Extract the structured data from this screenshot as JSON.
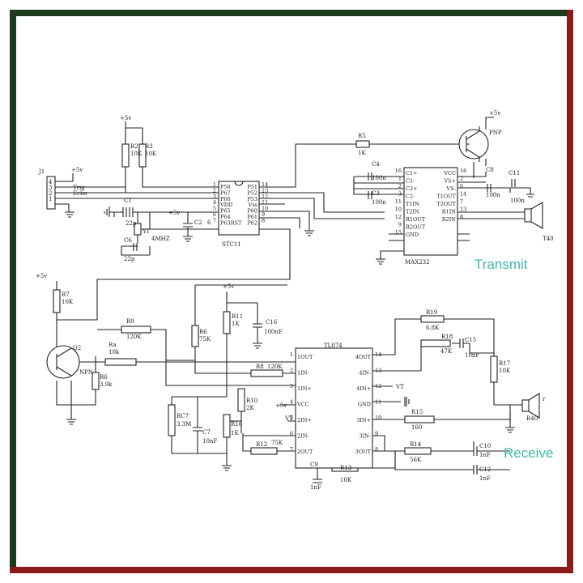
{
  "colors": {
    "accent": "#3fb8ac",
    "frame_top_left": "#1c3a1c",
    "frame_bottom_right": "#8a1b1b"
  },
  "sections": {
    "transmit": "Transmit",
    "receive": "Receive"
  },
  "supply": "+5v",
  "j1": {
    "ref": "J1",
    "pins": [
      "4",
      "3",
      "2",
      "1"
    ],
    "trig": "Trig",
    "echo": "Echo",
    "vcc": "+5v"
  },
  "stc11": {
    "name": "STC11",
    "left_pins": [
      [
        "1",
        "P50"
      ],
      [
        "2",
        "P67"
      ],
      [
        "3",
        "P66"
      ],
      [
        "4",
        "VDD"
      ],
      [
        "5",
        "P65"
      ],
      [
        "6",
        "P64"
      ],
      [
        "7",
        "P63RST"
      ]
    ],
    "right_pins": [
      [
        "14",
        "P51"
      ],
      [
        "13",
        "P52"
      ],
      [
        "12",
        "P53"
      ],
      [
        "11",
        "Vss"
      ],
      [
        "10",
        "P60"
      ],
      [
        "9",
        "P61"
      ],
      [
        "8",
        "P62"
      ]
    ]
  },
  "max232": {
    "name": "MAX232",
    "left_pins": [
      [
        "C1+",
        "16"
      ],
      [
        "C1-",
        "1"
      ],
      [
        "C2+",
        "2"
      ],
      [
        "C2-",
        "3"
      ],
      [
        "T1IN",
        "11"
      ],
      [
        "T2IN",
        "10"
      ],
      [
        "R1OUT",
        "12"
      ],
      [
        "R2OUT",
        "9"
      ],
      [
        "GND",
        "15"
      ]
    ],
    "right_pins": [
      [
        "VCC",
        "16"
      ],
      [
        "VS+",
        "2"
      ],
      [
        "VS-",
        "6"
      ],
      [
        "T1OUT",
        "14"
      ],
      [
        "T2OUT",
        "7"
      ],
      [
        "R1IN",
        "13"
      ],
      [
        "R2IN",
        "8"
      ]
    ]
  },
  "tl074": {
    "name": "TL074",
    "left_pins": [
      [
        "1",
        "1OUT"
      ],
      [
        "2",
        "1IN-"
      ],
      [
        "3",
        "1IN+"
      ],
      [
        "4",
        "VCC"
      ],
      [
        "5",
        "2IN+"
      ],
      [
        "6",
        "2IN-"
      ],
      [
        "7",
        "2OUT"
      ]
    ],
    "right_pins": [
      [
        "14",
        "4OUT"
      ],
      [
        "13",
        "4IN-"
      ],
      [
        "12",
        "4IN+"
      ],
      [
        "11",
        "GND"
      ],
      [
        "10",
        "3IN+"
      ],
      [
        "9",
        "3IN-"
      ],
      [
        "8",
        "3OUT"
      ]
    ]
  },
  "components": {
    "C1": [
      "C1",
      "22p"
    ],
    "C6": [
      "C6",
      "22p"
    ],
    "C2": [
      "C2",
      "6"
    ],
    "Y1": [
      "Y1",
      "4MHZ"
    ],
    "R2": [
      "R2",
      "10K"
    ],
    "R3": [
      "R3",
      "10K"
    ],
    "R5": [
      "R5",
      "1K"
    ],
    "PNP": "PNP",
    "C4": [
      "C4",
      "100n"
    ],
    "C3": [
      "C3",
      "100n"
    ],
    "C8": [
      "C8",
      "100n"
    ],
    "C11": [
      "C11",
      "100n"
    ],
    "T40": "T40",
    "R7": [
      "R7",
      "10K"
    ],
    "Q2": "Q2",
    "NPN": "NPN",
    "R9": [
      "R9",
      "120K"
    ],
    "Ra": [
      "Ra",
      "10k"
    ],
    "R6b": [
      "R6",
      "3.9k"
    ],
    "R6": [
      "R6",
      "75K"
    ],
    "R11": [
      "R11",
      "1K"
    ],
    "C16": [
      "C16",
      "100nF"
    ],
    "R8": [
      "R8",
      "120K"
    ],
    "R10": [
      "R10",
      "2K"
    ],
    "R16": [
      "R16",
      "1K"
    ],
    "RC7": [
      "RC7",
      "3.3M"
    ],
    "C7": [
      "C7",
      "10nF"
    ],
    "R12": [
      "R12",
      "75K"
    ],
    "C9": [
      "C9",
      "1nF"
    ],
    "R13": [
      "R13",
      "10K"
    ],
    "R19": [
      "R19",
      "6.8K"
    ],
    "R18": [
      "R18",
      "47K"
    ],
    "C15": [
      "C15",
      "10nF"
    ],
    "R17": [
      "R17",
      "10K"
    ],
    "R15": [
      "R15",
      "160"
    ],
    "R14": [
      "R14",
      "56K"
    ],
    "C10": [
      "C10",
      "1nF"
    ],
    "C12": [
      "C12",
      "1nF"
    ],
    "R40": "R40",
    "VT": "VT",
    "r": "r"
  }
}
